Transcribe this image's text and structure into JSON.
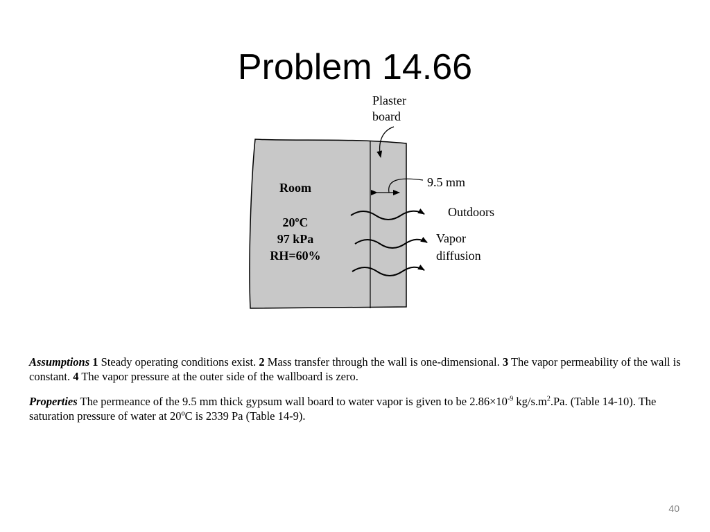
{
  "slide": {
    "title": "Problem 14.66",
    "page_number": "40"
  },
  "diagram": {
    "room_label": "Room",
    "temperature": "20ºC",
    "pressure": "97 kPa",
    "humidity": "RH=60%",
    "plaster_line1": "Plaster",
    "plaster_line2": "board",
    "thickness": "9.5 mm",
    "outdoors": "Outdoors",
    "vapor_line1": "Vapor",
    "vapor_line2": "diffusion"
  },
  "assumptions": {
    "heading": "Assumptions",
    "n1": "1",
    "t1": " Steady operating conditions exist. ",
    "n2": "2",
    "t2": " Mass transfer through the wall is one-dimensional. ",
    "n3": "3",
    "t3": " The vapor permeability of the wall is constant. ",
    "n4": "4",
    "t4": " The vapor pressure at the outer side of the wallboard is zero."
  },
  "properties": {
    "heading": "Properties",
    "t1": " The permeance of the 9.5 mm thick gypsum wall board to water vapor is given to be 2.86×10",
    "exp1": "-9",
    "t2": " kg/s.m",
    "exp2": "2",
    "t3": ".Pa. (Table 14-10). The saturation pressure of water at 20ºC is 2339 Pa (Table 14-9)."
  }
}
